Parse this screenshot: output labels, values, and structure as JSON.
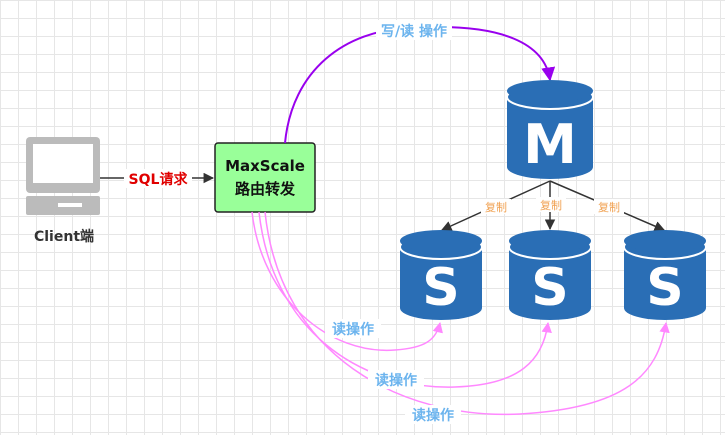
{
  "client": {
    "label": "Client端"
  },
  "request_label": "SQL请求",
  "proxy": {
    "name": "MaxScale",
    "subtitle": "路由转发"
  },
  "write_read_label": "写/读 操作",
  "master": {
    "letter": "M"
  },
  "slaves": [
    {
      "letter": "S"
    },
    {
      "letter": "S"
    },
    {
      "letter": "S"
    }
  ],
  "replication_labels": [
    "复制",
    "复制",
    "复制"
  ],
  "read_labels": [
    "读操作",
    "读操作",
    "读操作"
  ],
  "colors": {
    "db_body": "#2a6eb5",
    "db_top": "#2a6eb5",
    "db_rim": "#ffffff",
    "proxy_fill": "#99ff99",
    "write_arrow": "#9900ee",
    "read_arrow": "#ff88ff",
    "request_text": "#e00000",
    "op_text": "#6cb4ee",
    "repl_text": "#f0a050"
  },
  "icons": {
    "client": "computer-icon",
    "database": "database-cylinder-icon"
  }
}
